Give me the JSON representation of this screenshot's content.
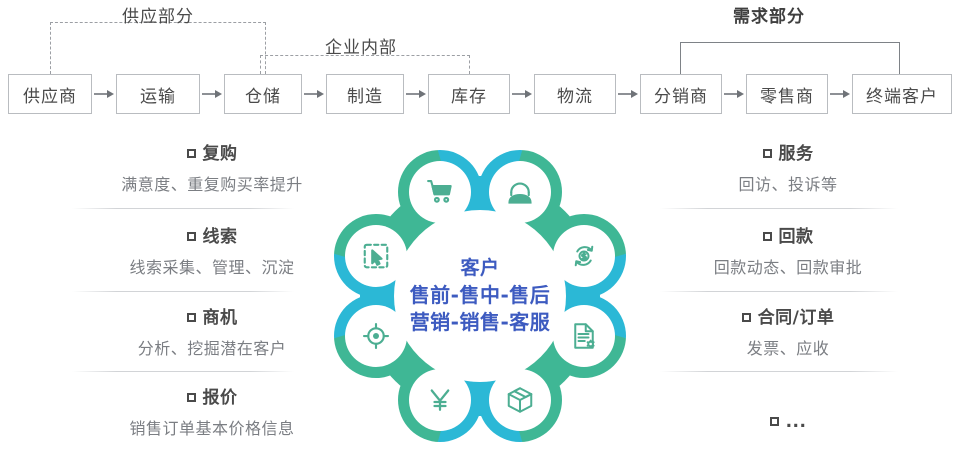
{
  "flow": {
    "nodes": [
      {
        "label": "供应商"
      },
      {
        "label": "运输"
      },
      {
        "label": "仓储"
      },
      {
        "label": "制造"
      },
      {
        "label": "库存"
      },
      {
        "label": "物流"
      },
      {
        "label": "分销商"
      },
      {
        "label": "零售商"
      },
      {
        "label": "终端客户"
      }
    ],
    "brackets": [
      {
        "label": "供应部分",
        "style": "dashed",
        "from": "供应商",
        "to": "仓储"
      },
      {
        "label": "企业内部",
        "style": "dashed",
        "from": "仓储",
        "to": "库存"
      },
      {
        "label": "需求部分",
        "style": "solid",
        "from": "分销商",
        "to": "终端客户"
      }
    ]
  },
  "left_features": [
    {
      "title": "复购",
      "desc": "满意度、重复购买率提升"
    },
    {
      "title": "线索",
      "desc": "线索采集、管理、沉淀"
    },
    {
      "title": "商机",
      "desc": "分析、挖掘潜在客户"
    },
    {
      "title": "报价",
      "desc": "销售订单基本价格信息"
    }
  ],
  "right_features": [
    {
      "title": "服务",
      "desc": "回访、投诉等"
    },
    {
      "title": "回款",
      "desc": "回款动态、回款审批"
    },
    {
      "title": "合同/订单",
      "desc": "发票、应收"
    },
    {
      "title": "...",
      "desc": ""
    }
  ],
  "center": {
    "line1": "客户",
    "line2": "售前-售中-售后",
    "line3": "营销-销售-客服",
    "text_color": "#3d5bc0"
  },
  "ring": {
    "green": "#3fb795",
    "cyan": "#2bb8d6",
    "icon_color": "#4cae92",
    "nodes": [
      {
        "icon": "shopping-cart-icon",
        "position": "top-left"
      },
      {
        "icon": "customer-service-icon",
        "position": "top-right"
      },
      {
        "icon": "cursor-select-icon",
        "position": "left-upper"
      },
      {
        "icon": "money-cycle-icon",
        "position": "right-upper"
      },
      {
        "icon": "target-icon",
        "position": "left-lower"
      },
      {
        "icon": "document-gear-icon",
        "position": "right-lower"
      },
      {
        "icon": "yuan-icon",
        "position": "bottom-left"
      },
      {
        "icon": "package-box-icon",
        "position": "bottom-right"
      }
    ]
  }
}
